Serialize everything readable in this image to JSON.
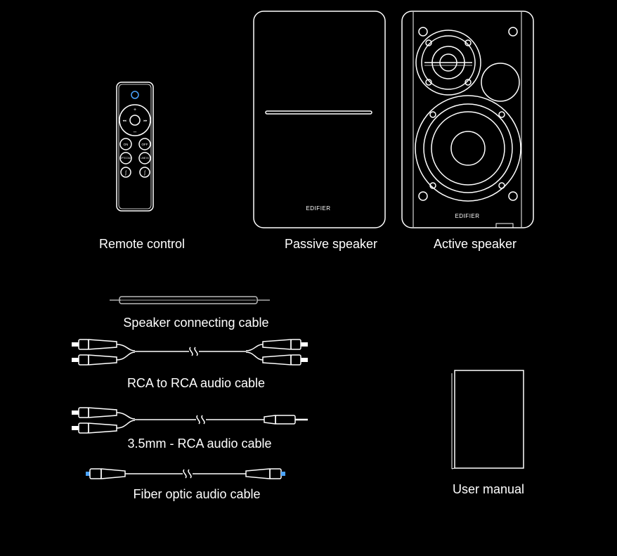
{
  "items": {
    "remote": {
      "label": "Remote control"
    },
    "passive": {
      "label": "Passive speaker",
      "brand": "EDIFIER"
    },
    "active": {
      "label": "Active speaker",
      "brand": "EDIFIER"
    },
    "speaker_cable": {
      "label": "Speaker connecting cable"
    },
    "rca_cable": {
      "label": "RCA to RCA audio cable"
    },
    "aux_cable": {
      "label": "3.5mm - RCA audio cable"
    },
    "optical_cable": {
      "label": "Fiber optic audio cable"
    },
    "manual": {
      "label": "User manual"
    }
  },
  "remote_buttons": {
    "on": "ON",
    "off": "OFF",
    "opt": "OPT/COAX",
    "linein": "LINE IN"
  },
  "colors": {
    "background": "#000000",
    "line": "#ffffff",
    "accent": "#4aa3ff"
  }
}
